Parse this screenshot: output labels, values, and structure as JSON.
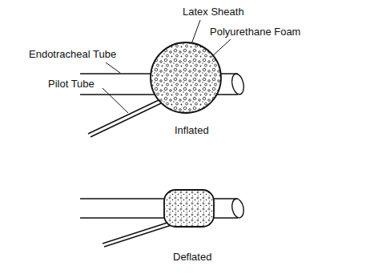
{
  "diagram": {
    "labels": [
      "Latex Sheath",
      "Polyurethane Foam",
      "Endotracheal Tube",
      "Pilot Tube",
      "Inflated",
      "Deflated"
    ]
  }
}
